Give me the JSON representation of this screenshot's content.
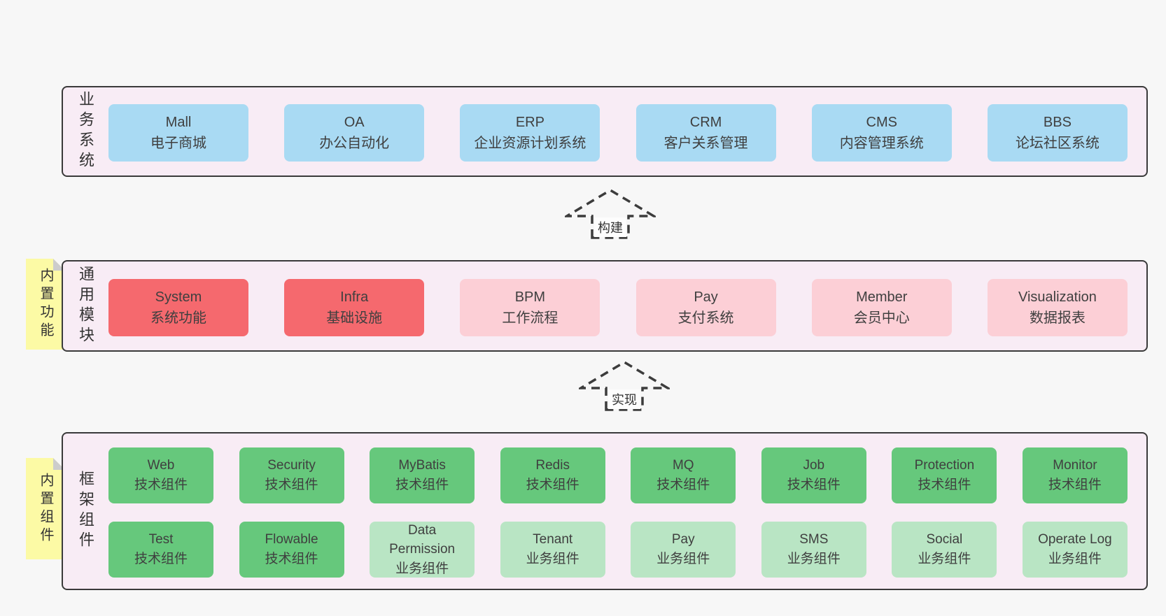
{
  "colors": {
    "page_bg": "#f7f7f7",
    "layer_bg": "#f8ecf5",
    "layer_border": "#3a3a3a",
    "blue": "#a9daf3",
    "red": "#f5696e",
    "pink": "#fccfd6",
    "green": "#66c87c",
    "lightgreen": "#b9e5c4",
    "sticky": "#fcfaa5",
    "sticky_fold": "#cccccc",
    "text": "#3f3f3f"
  },
  "arrows": [
    {
      "label": "构建"
    },
    {
      "label": "实现"
    }
  ],
  "layers": [
    {
      "label": "业务系统",
      "rows": [
        [
          {
            "en": "Mall",
            "zh": "电子商城",
            "color": "blue"
          },
          {
            "en": "OA",
            "zh": "办公自动化",
            "color": "blue"
          },
          {
            "en": "ERP",
            "zh": "企业资源计划系统",
            "color": "blue"
          },
          {
            "en": "CRM",
            "zh": "客户关系管理",
            "color": "blue"
          },
          {
            "en": "CMS",
            "zh": "内容管理系统",
            "color": "blue"
          },
          {
            "en": "BBS",
            "zh": "论坛社区系统",
            "color": "blue"
          }
        ]
      ]
    },
    {
      "label": "通用模块",
      "sticky": "内置功能",
      "rows": [
        [
          {
            "en": "System",
            "zh": "系统功能",
            "color": "red"
          },
          {
            "en": "Infra",
            "zh": "基础设施",
            "color": "red"
          },
          {
            "en": "BPM",
            "zh": "工作流程",
            "color": "pink"
          },
          {
            "en": "Pay",
            "zh": "支付系统",
            "color": "pink"
          },
          {
            "en": "Member",
            "zh": "会员中心",
            "color": "pink"
          },
          {
            "en": "Visualization",
            "zh": "数据报表",
            "color": "pink"
          }
        ]
      ]
    },
    {
      "label": "框架组件",
      "sticky": "内置组件",
      "rows": [
        [
          {
            "en": "Web",
            "zh": "技术组件",
            "color": "green"
          },
          {
            "en": "Security",
            "zh": "技术组件",
            "color": "green"
          },
          {
            "en": "MyBatis",
            "zh": "技术组件",
            "color": "green"
          },
          {
            "en": "Redis",
            "zh": "技术组件",
            "color": "green"
          },
          {
            "en": "MQ",
            "zh": "技术组件",
            "color": "green"
          },
          {
            "en": "Job",
            "zh": "技术组件",
            "color": "green"
          },
          {
            "en": "Protection",
            "zh": "技术组件",
            "color": "green"
          },
          {
            "en": "Monitor",
            "zh": "技术组件",
            "color": "green"
          }
        ],
        [
          {
            "en": "Test",
            "zh": "技术组件",
            "color": "green"
          },
          {
            "en": "Flowable",
            "zh": "技术组件",
            "color": "green"
          },
          {
            "en": "Data Permission",
            "zh": "业务组件",
            "color": "lightgreen"
          },
          {
            "en": "Tenant",
            "zh": "业务组件",
            "color": "lightgreen"
          },
          {
            "en": "Pay",
            "zh": "业务组件",
            "color": "lightgreen"
          },
          {
            "en": "SMS",
            "zh": "业务组件",
            "color": "lightgreen"
          },
          {
            "en": "Social",
            "zh": "业务组件",
            "color": "lightgreen"
          },
          {
            "en": "Operate Log",
            "zh": "业务组件",
            "color": "lightgreen"
          }
        ]
      ]
    }
  ]
}
